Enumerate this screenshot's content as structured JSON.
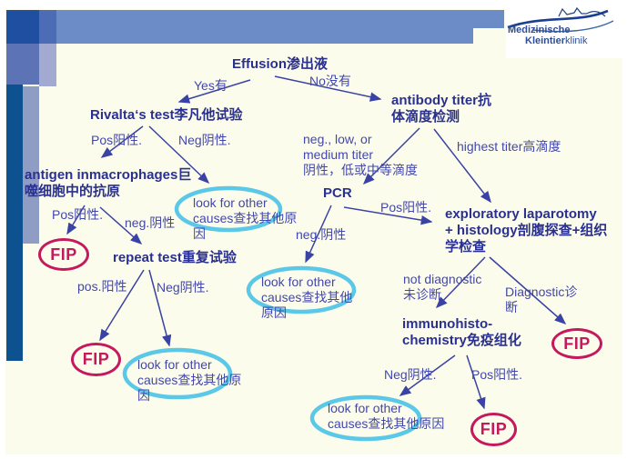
{
  "colors": {
    "header_band": "#6c8cc8",
    "square_dark": "#1e4fa1",
    "square_mid": "#4c6cb6",
    "square_slate": "#5c73b6",
    "square_periwinkle": "#a2aad2",
    "bar_navy": "#0e5191",
    "bar_gray": "#8f9cc4",
    "background_cream": "#fcfcec",
    "heading_text": "#29308f",
    "label_text": "#4247ad",
    "arrow": "#3a43a4",
    "fip_oval": "#c5195d",
    "cause_oval": "#5bc8e8"
  },
  "logo": {
    "name_top": "Medizinische",
    "name_bold": "Kleintier",
    "name_light": "klinik"
  },
  "flowchart": {
    "effusion": "Effusion渗出液",
    "yes": "Yes有",
    "no": "No没有",
    "rivalta": "Rivalta‘s test李凡他试验",
    "pos_rivalta": "Pos阳性.",
    "neg_rivalta": "Neg阴性.",
    "antigen": "antigen inmacrophages巨\n噬细胞中的抗原",
    "pos_antigen": "Pos阳性.",
    "neg_antigen": "neg.阴性",
    "fip": "FIP",
    "repeat_test": "repeat test重复试验",
    "pos_repeat": "pos.阳性",
    "neg_repeat": "Neg阴性.",
    "look_other_1": "look for other\ncauses查找其他原\n因",
    "look_other_2": "look for other\ncauses查找其他原\n因",
    "look_other_3": "look for other\ncauses查找其他\n原因",
    "look_other_4": "look for other\ncauses查找其他原因",
    "antibody": "antibody titer抗\n体滴度检测",
    "neg_low_medium": "neg., low, or\nmedium titer\n阴性，低或中等滴度",
    "highest_titer": "highest titer高滴度",
    "pcr": "PCR",
    "pos_pcr": "Pos阳性.",
    "neg_pcr": "neg.阴性",
    "exploratory": "exploratory laparotomy\n+ histology剖腹探查+组织\n学检查",
    "not_diagnostic": "not diagnostic\n未诊断",
    "diagnostic": "Diagnostic诊\n断",
    "immunohisto": "immunohisto-\nchemistry免疫组化",
    "neg_immuno": "Neg阴性.",
    "pos_immuno": "Pos阳性."
  }
}
